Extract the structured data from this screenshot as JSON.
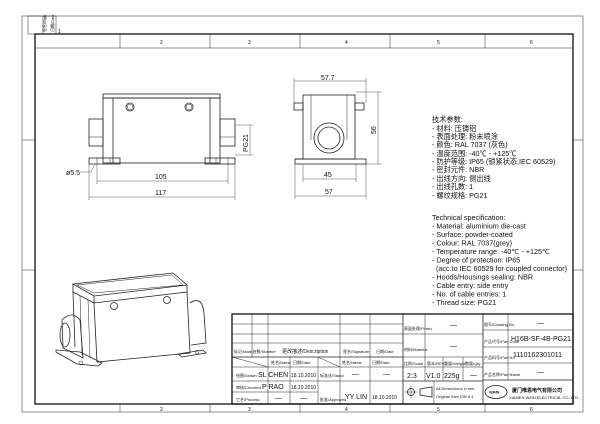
{
  "frame": {
    "columns": [
      "1",
      "2",
      "3",
      "4",
      "5",
      "6"
    ],
    "side_labels": [
      "签名/Sign",
      "日期/Date"
    ]
  },
  "dimensions": {
    "dia": "ø5.5",
    "inner_len": "105",
    "outer_len": "117",
    "thread": "PG21",
    "top_width": "57.7",
    "height": "56",
    "inner_width": "45",
    "outer_width": "57"
  },
  "spec_cn": [
    "技术参数:",
    "- 材料: 压铸铝",
    "- 表面处理: 粉末喷涂",
    "- 颜色: RAL 7037 (灰色)",
    "- 温度范围: -40℃ - +125℃",
    "- 防护等级: IP65 (锁紧状态,IEC 60529)",
    "- 密封元件: NBR",
    "- 出线方向: 侧出线",
    "- 出线孔数: 1",
    "- 螺纹规格: PG21"
  ],
  "spec_en": [
    "Technical specification:",
    "- Material: aluminium die-cast",
    "- Surface: powder-coated",
    "- Colour: RAL 7037(grey)",
    "- Temperature range: -40℃ - +125℃",
    "- Degree of protection: IP65",
    "  (acc.to IEC 60529 for coupled connector)",
    "- Hoods/Housings sealing: NBR",
    "- Cable entry: side entry",
    "- No. of cable entries: 1",
    "- Thread size: PG21"
  ],
  "title_block": {
    "mark": "标记/Mark",
    "number": "处数/Number",
    "description": "更改描述/Description",
    "signature": "签名/Signature",
    "date": "日期/Date",
    "name_h": "姓名/Name",
    "date_h": "日期/Date",
    "name_h2": "姓名/Name",
    "date_h2": "日期/Date",
    "drawn": "绘图/Drawn",
    "drawn_name": "SL CHEN",
    "drawn_date": "18.10.2010",
    "checked": "审核/Checked",
    "checked_name": "P RAO",
    "checked_date": "18.10.2010",
    "process": "工艺/Process",
    "process_name": "—",
    "process_date": "—",
    "stand": "标准化/Stand",
    "stand_name": "—",
    "stand_date": "—",
    "approved": "批准/Approved",
    "approved_name": "YY LIN",
    "approved_date": "18.10.2010",
    "finish": "表面处理/Finish",
    "finish_value": "—",
    "material": "材料/Material",
    "material_value": "—",
    "scale": "比例/Scale",
    "scale_value": "2:3",
    "rev": "版本/REV.",
    "rev_value": "V1.0",
    "weight": "重量/Weight",
    "weight_value": "225g",
    "qty": "数量/Qty.",
    "qty_value": "—",
    "drawing_no": "图号/Drawing No.",
    "drawing_no_value": "—",
    "part_code": "产品代号/Part Code",
    "part_code_value": "H16B-SF-4B-PG21",
    "part_no": "产品料号/Part No.",
    "part_no_value": "1110162301011",
    "part_name": "产品名称/Part Name",
    "part_name_value": "—",
    "dims_note1": "All Dimensions in mm",
    "dims_note2": "Original Size DIN A 4",
    "logo": "WAIN",
    "company_cn": "厦门唯恩电气有限公司",
    "company_en": "XIAMEN WAIN ELECTRICAL CO.,LTD."
  }
}
